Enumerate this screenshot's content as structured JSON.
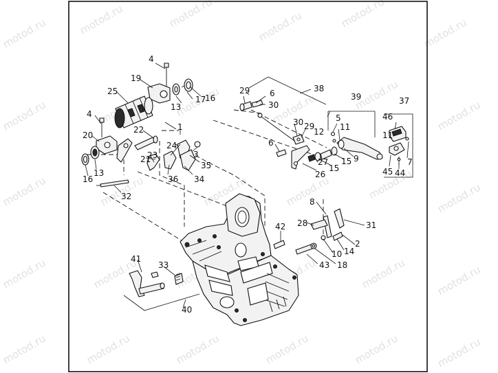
{
  "watermark": "motod.ru",
  "callouts": {
    "c1": "1",
    "c2": "2",
    "c3": "3",
    "c4a": "4",
    "c4b": "4",
    "c5": "5",
    "c6a": "6",
    "c6b": "6",
    "c7": "7",
    "c8": "8",
    "c9": "9",
    "c10": "10",
    "c11a": "11",
    "c11b": "11",
    "c12": "12",
    "c13a": "13",
    "c13b": "13",
    "c14": "14",
    "c15a": "15",
    "c15b": "15",
    "c16a": "16",
    "c16b": "16",
    "c17": "17",
    "c18": "18",
    "c19": "19",
    "c20": "20",
    "c21": "21",
    "c22": "22",
    "c23": "23",
    "c24": "24",
    "c25": "25",
    "c26": "26",
    "c27": "27",
    "c28": "28",
    "c29a": "29",
    "c29b": "29",
    "c30a": "30",
    "c30b": "30",
    "c31": "31",
    "c32": "32",
    "c33": "33",
    "c34": "34",
    "c35": "35",
    "c36": "36",
    "c37": "37",
    "c38": "38",
    "c39": "39",
    "c40": "40",
    "c41": "41",
    "c42": "42",
    "c43": "43",
    "c44": "44",
    "c45": "45",
    "c46": "46"
  }
}
